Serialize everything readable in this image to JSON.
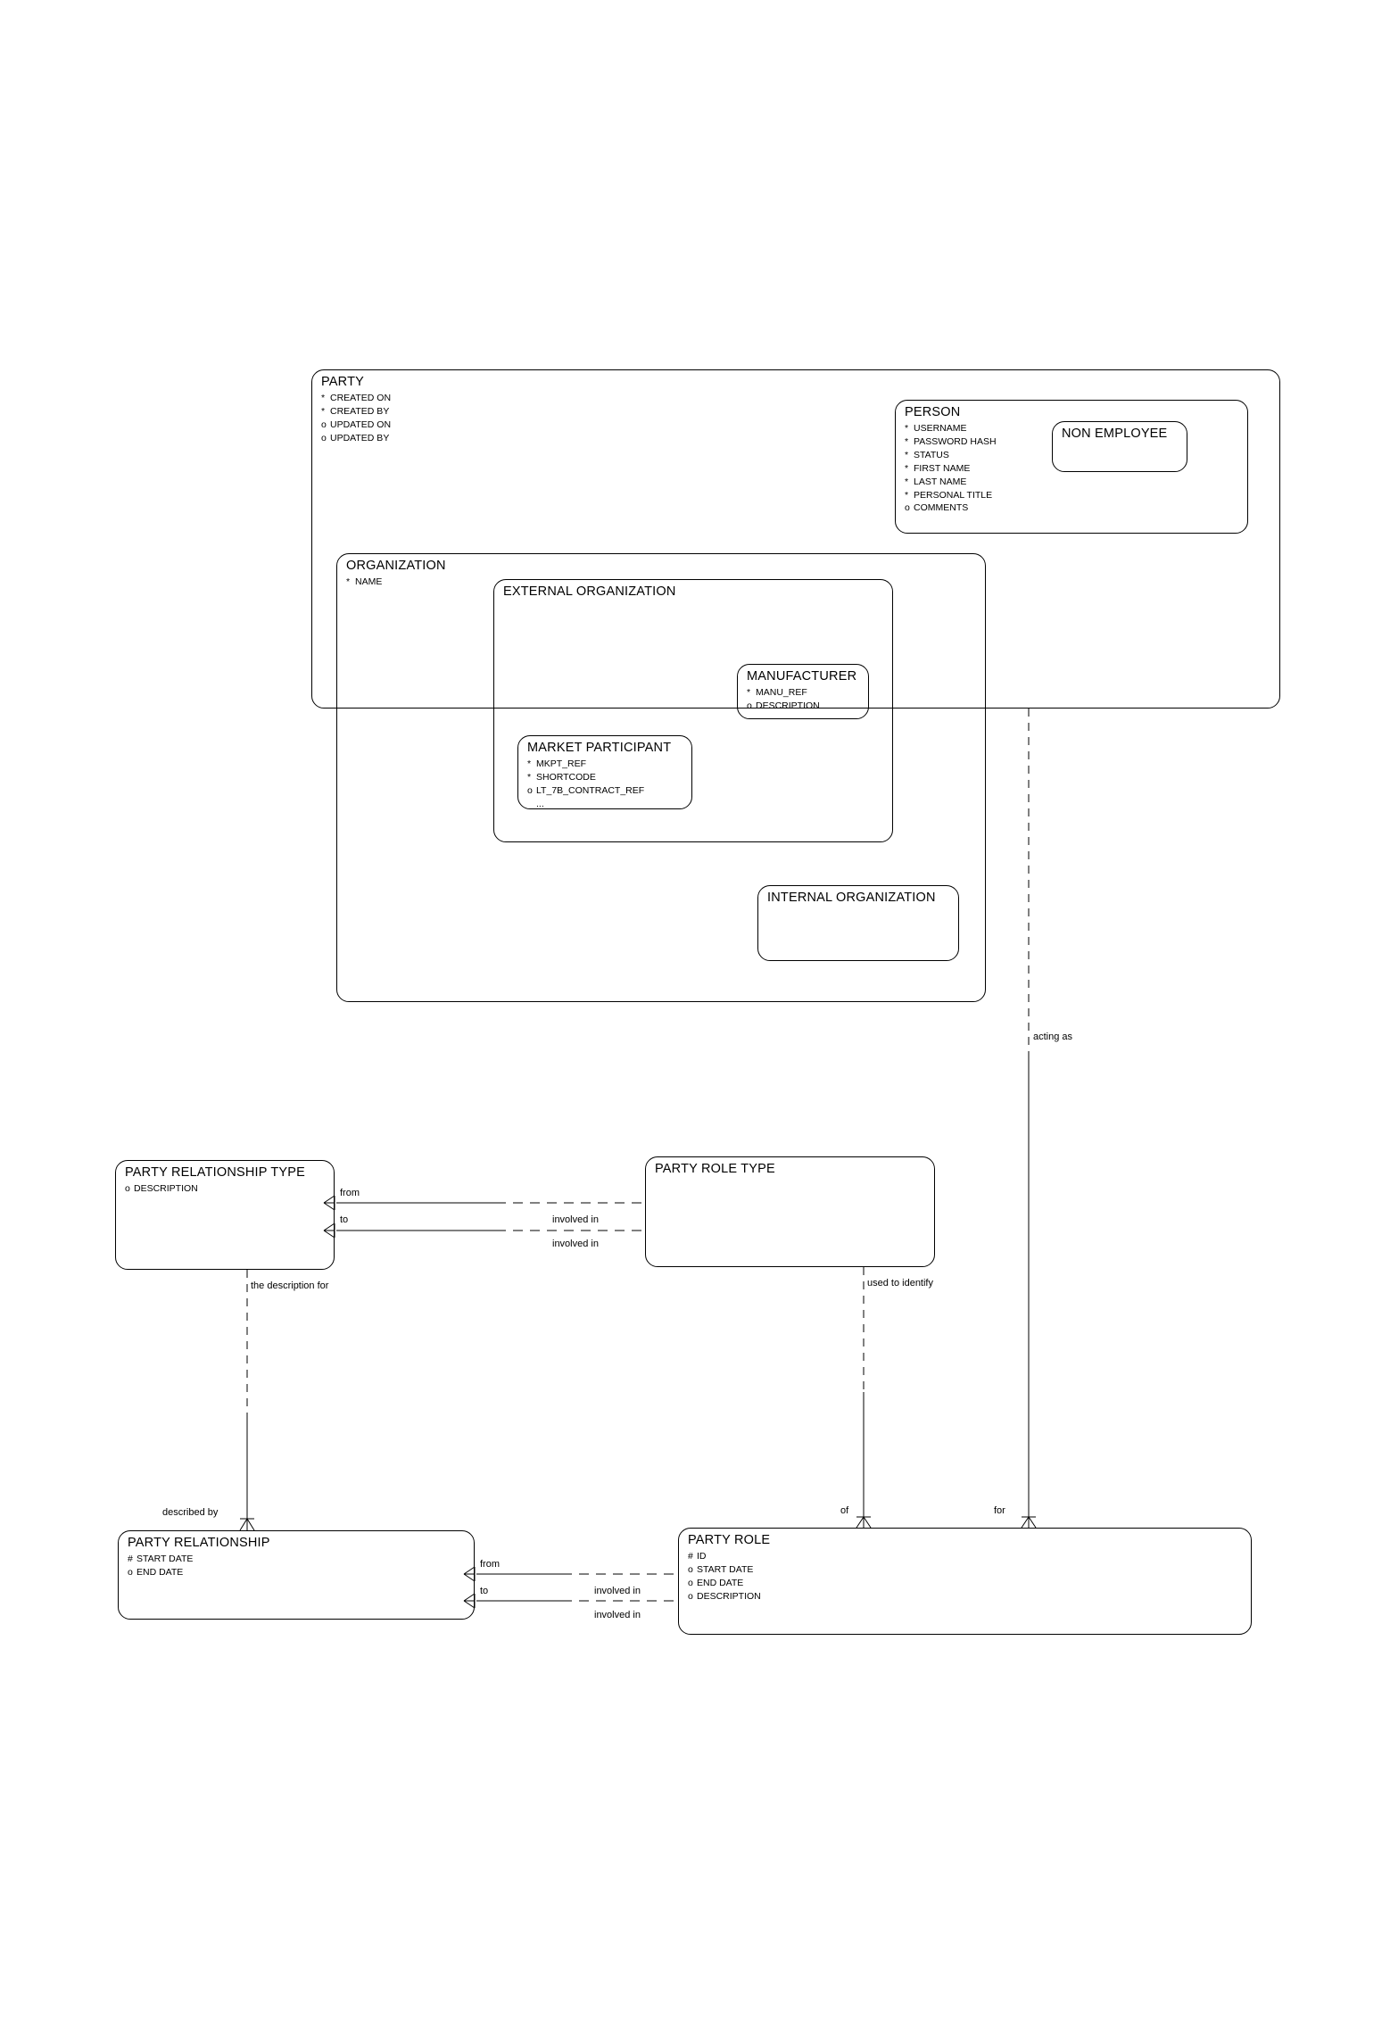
{
  "diagram": {
    "type": "entity-relationship-diagram",
    "notation": "barker",
    "legend": {
      "mandatory_marker": "*",
      "optional_marker": "o",
      "primary_key_marker": "#"
    }
  },
  "entities": {
    "party": {
      "name": "PARTY",
      "attributes": [
        {
          "mark": "*",
          "label": "CREATED ON"
        },
        {
          "mark": "*",
          "label": "CREATED BY"
        },
        {
          "mark": "o",
          "label": "UPDATED ON"
        },
        {
          "mark": "o",
          "label": "UPDATED BY"
        }
      ]
    },
    "person": {
      "name": "PERSON",
      "attributes": [
        {
          "mark": "*",
          "label": "USERNAME"
        },
        {
          "mark": "*",
          "label": "PASSWORD HASH"
        },
        {
          "mark": "*",
          "label": "STATUS"
        },
        {
          "mark": "*",
          "label": "FIRST NAME"
        },
        {
          "mark": "*",
          "label": "LAST NAME"
        },
        {
          "mark": "*",
          "label": "PERSONAL TITLE"
        },
        {
          "mark": "o",
          "label": "COMMENTS"
        }
      ]
    },
    "non_employee": {
      "name": "NON EMPLOYEE",
      "attributes": []
    },
    "organization": {
      "name": "ORGANIZATION",
      "attributes": [
        {
          "mark": "*",
          "label": "NAME"
        }
      ]
    },
    "external_organization": {
      "name": "EXTERNAL ORGANIZATION",
      "attributes": []
    },
    "manufacturer": {
      "name": "MANUFACTURER",
      "attributes": [
        {
          "mark": "*",
          "label": "MANU_REF"
        },
        {
          "mark": "o",
          "label": "DESCRIPTION"
        }
      ]
    },
    "market_participant": {
      "name": "MARKET PARTICIPANT",
      "attributes": [
        {
          "mark": "*",
          "label": "MKPT_REF"
        },
        {
          "mark": "*",
          "label": "SHORTCODE"
        },
        {
          "mark": "o",
          "label": "LT_7B_CONTRACT_REF"
        },
        {
          "mark": "",
          "label": "..."
        }
      ]
    },
    "internal_organization": {
      "name": "INTERNAL ORGANIZATION",
      "attributes": []
    },
    "party_relationship_type": {
      "name": "PARTY RELATIONSHIP TYPE",
      "attributes": [
        {
          "mark": "o",
          "label": "DESCRIPTION"
        }
      ]
    },
    "party_role_type": {
      "name": "PARTY ROLE TYPE",
      "attributes": []
    },
    "party_relationship": {
      "name": "PARTY RELATIONSHIP",
      "attributes": [
        {
          "mark": "#",
          "label": "START DATE"
        },
        {
          "mark": "o",
          "label": "END DATE"
        }
      ]
    },
    "party_role": {
      "name": "PARTY ROLE",
      "attributes": [
        {
          "mark": "#",
          "label": "ID"
        },
        {
          "mark": "o",
          "label": "START DATE"
        },
        {
          "mark": "o",
          "label": "END DATE"
        },
        {
          "mark": "o",
          "label": "DESCRIPTION"
        }
      ]
    }
  },
  "relationships": [
    {
      "id": "party-acting-as-party-role",
      "label": "acting as",
      "from": "PARTY",
      "to": "PARTY ROLE",
      "to_label": "for"
    },
    {
      "id": "prt-from-party-role-type",
      "label": "from",
      "end_label": "involved in"
    },
    {
      "id": "prt-to-party-role-type",
      "label": "to",
      "end_label": "involved in"
    },
    {
      "id": "prt-described-by",
      "label": "the description for",
      "end_label": "described by"
    },
    {
      "id": "prole-type-used-to-identify",
      "label": "used to identify",
      "end_label": "of"
    },
    {
      "id": "pr-from-party-role",
      "label": "from",
      "end_label": "involved in"
    },
    {
      "id": "pr-to-party-role",
      "label": "to",
      "end_label": "involved in"
    }
  ],
  "labels": {
    "acting_as": "acting as",
    "from": "from",
    "to": "to",
    "involved_in": "involved in",
    "the_description_for": "the description for",
    "used_to_identify": "used to identify",
    "described_by": "described by",
    "of": "of",
    "for": "for"
  },
  "colors": {
    "line": "#000000",
    "background": "#ffffff",
    "text": "#000000"
  }
}
